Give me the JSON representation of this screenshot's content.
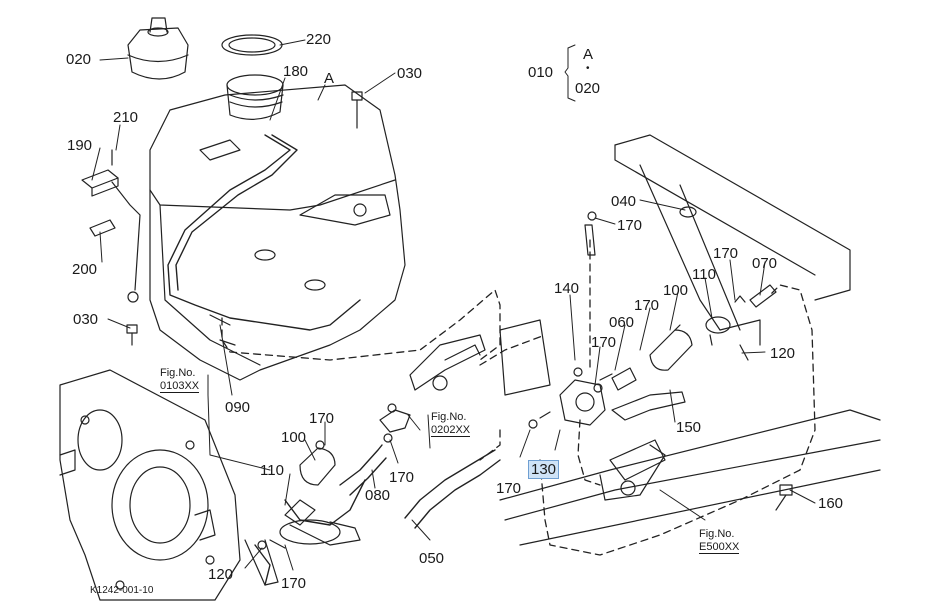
{
  "diagram": {
    "drawing_code": "K1242-001-10",
    "group_label": {
      "start": "010",
      "top": "A",
      "bottom": "020"
    },
    "callouts": {
      "c020": "020",
      "c220": "220",
      "c180": "180",
      "cA": "A",
      "c030_top": "030",
      "c210": "210",
      "c190": "190",
      "c200": "200",
      "c030_left": "030",
      "c090": "090",
      "c040": "040",
      "c170_a": "170",
      "c170_b": "170",
      "c070": "070",
      "c140": "140",
      "c110_right": "110",
      "c100_right": "100",
      "c170_c": "170",
      "c060": "060",
      "c170_d": "170",
      "c120_right": "120",
      "c150": "150",
      "c130": "130",
      "c170_e": "170",
      "c160": "160",
      "c170_f": "170",
      "c100_left": "100",
      "c110_left": "110",
      "c080": "080",
      "c170_g": "170",
      "c050": "050",
      "c120_left": "120",
      "c170_h": "170"
    },
    "fig_refs": {
      "f1_title": "Fig.No.",
      "f1_code": "0103XX",
      "f2_title": "Fig.No.",
      "f2_code": "0202XX",
      "f3_title": "Fig.No.",
      "f3_code": "E500XX"
    },
    "highlight_color": "#cfe3f7"
  }
}
